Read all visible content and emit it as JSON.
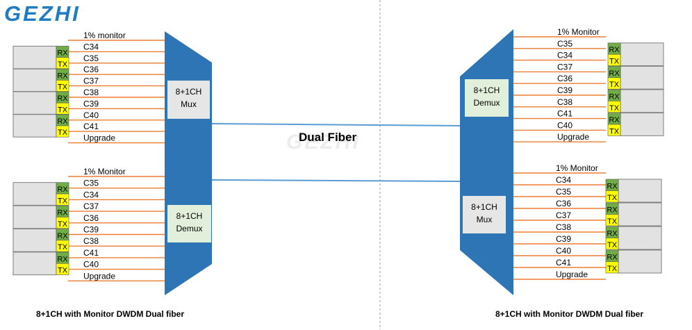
{
  "logo": "GEZHI",
  "watermark": "GEZHI",
  "center_label": "Dual Fiber",
  "left_caption": "8+1CH with Monitor DWDM Dual fiber",
  "right_caption": "8+1CH with Monitor DWDM Dual fiber",
  "port_rx": "RX",
  "port_tx": "TX",
  "colors": {
    "trapezoid": "#2e75b6",
    "fiber_link": "#5b9bd5",
    "channel_line": "#ed7d31",
    "transceiver_fill": "#e2e2e2",
    "rx_tag": "#70ad47",
    "tx_tag": "#ffff00",
    "mux_box": "#e7e6e6",
    "demux_box": "#e2efda",
    "logo": "#1f7bc2"
  },
  "left_top": {
    "box_line1": "8+1CH",
    "box_line2": "Mux",
    "labels": [
      "1% monitor",
      "C34",
      "C35",
      "C36",
      "C37",
      "C38",
      "C39",
      "C40",
      "C41",
      "Upgrade"
    ]
  },
  "left_bottom": {
    "box_line1": "8+1CH",
    "box_line2": "Demux",
    "labels": [
      "1% Monitor",
      "C35",
      "C34",
      "C37",
      "C36",
      "C39",
      "C38",
      "C41",
      "C40",
      "Upgrade"
    ]
  },
  "right_top": {
    "box_line1": "8+1CH",
    "box_line2": "Demux",
    "labels": [
      "1% Monitor",
      "C35",
      "C34",
      "C37",
      "C36",
      "C39",
      "C38",
      "C41",
      "C40",
      "Upgrade"
    ]
  },
  "right_bottom": {
    "box_line1": "8+1CH",
    "box_line2": "Mux",
    "labels": [
      "1% Monitor",
      "C34",
      "C35",
      "C36",
      "C37",
      "C38",
      "C39",
      "C40",
      "C41",
      "Upgrade"
    ]
  }
}
